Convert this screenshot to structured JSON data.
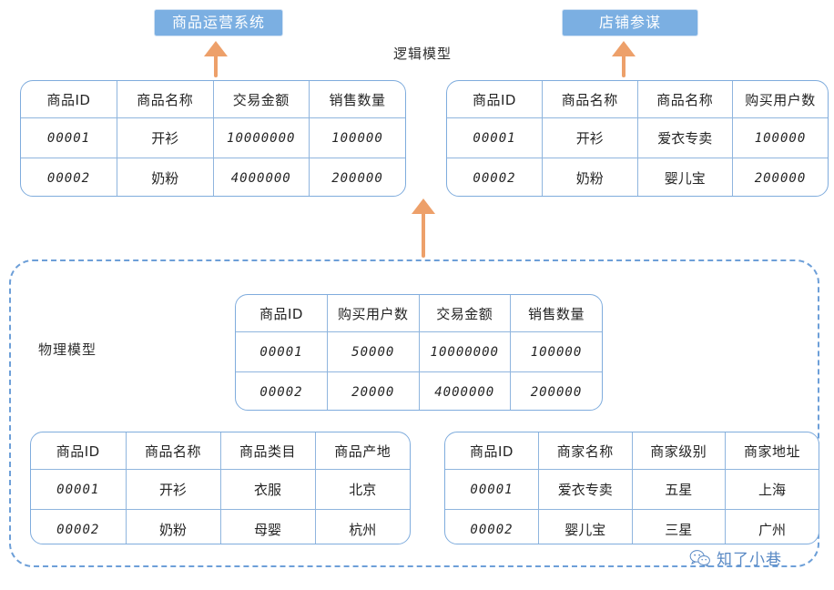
{
  "badges": {
    "ops": "商品运营系统",
    "shop": "店铺参谋"
  },
  "captions": {
    "logical": "逻辑模型",
    "physical": "物理模型"
  },
  "tables": {
    "ops": {
      "headers": [
        "商品ID",
        "商品名称",
        "交易金额",
        "销售数量"
      ],
      "rows": [
        [
          "00001",
          "开衫",
          "10000000",
          "100000"
        ],
        [
          "00002",
          "奶粉",
          "4000000",
          "200000"
        ]
      ]
    },
    "shop": {
      "headers": [
        "商品ID",
        "商品名称",
        "商品名称",
        "购买用户数"
      ],
      "rows": [
        [
          "00001",
          "开衫",
          "爱衣专卖",
          "100000"
        ],
        [
          "00002",
          "奶粉",
          "婴儿宝",
          "200000"
        ]
      ]
    },
    "physical": {
      "headers": [
        "商品ID",
        "购买用户数",
        "交易金额",
        "销售数量"
      ],
      "rows": [
        [
          "00001",
          "50000",
          "10000000",
          "100000"
        ],
        [
          "00002",
          "20000",
          "4000000",
          "200000"
        ]
      ]
    },
    "product": {
      "headers": [
        "商品ID",
        "商品名称",
        "商品类目",
        "商品产地"
      ],
      "rows": [
        [
          "00001",
          "开衫",
          "衣服",
          "北京"
        ],
        [
          "00002",
          "奶粉",
          "母婴",
          "杭州"
        ]
      ]
    },
    "merchant": {
      "headers": [
        "商品ID",
        "商家名称",
        "商家级别",
        "商家地址"
      ],
      "rows": [
        [
          "00001",
          "爱衣专卖",
          "五星",
          "上海"
        ],
        [
          "00002",
          "婴儿宝",
          "三星",
          "广州"
        ]
      ]
    }
  },
  "watermark": {
    "text": "知了小巷",
    "icon": "wechat-icon"
  },
  "colors": {
    "badge_blue": "#7bafe2",
    "table_border": "#8fb5de",
    "arrow_orange": "#eda06a",
    "dashed_blue": "#6d9fd8",
    "watermark_blue": "#4b7fc0"
  }
}
